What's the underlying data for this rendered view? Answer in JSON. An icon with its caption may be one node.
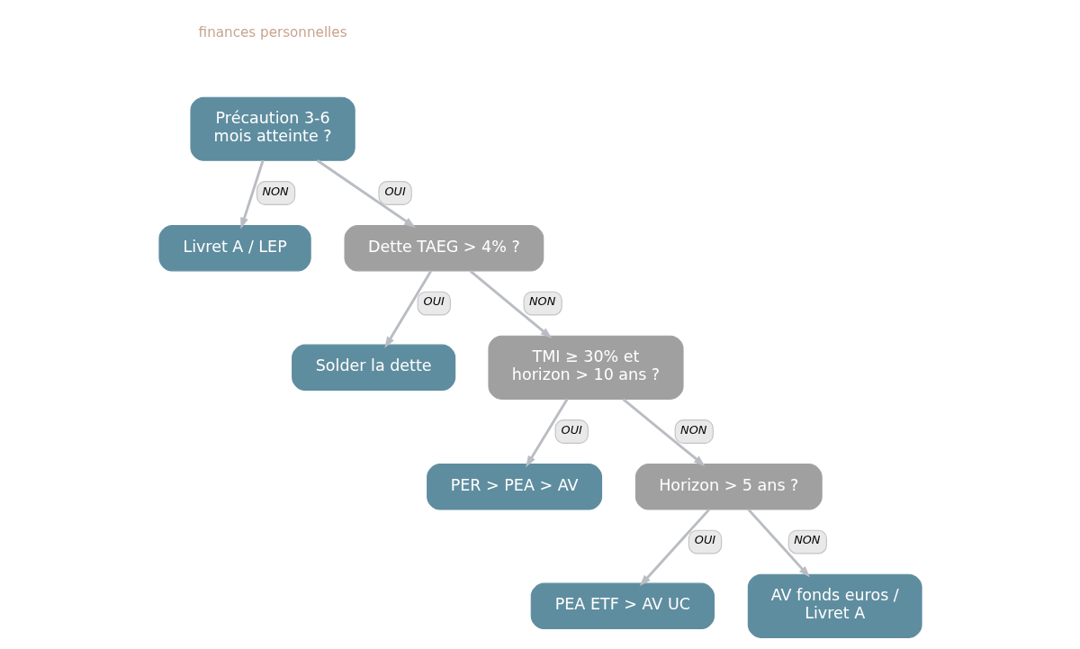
{
  "diagram": {
    "nodes": [
      {
        "text": [
          "Précaution 3-6 mois atteinte ?"
        ]
      },
      {
        "text": [
          "Livret A / LEP"
        ]
      },
      {
        "text": [
          "Dette TAEG > 4% ?"
        ]
      },
      {
        "text": [
          "Solder la dette"
        ]
      },
      {
        "text": [
          "TMI ≥ 30% et horizon > 10 ans ?"
        ]
      },
      {
        "text": [
          "PER > PEA > AV"
        ]
      },
      {
        "text": [
          "Horizon > 5 ans ?"
        ]
      },
      {
        "text": [
          "PEA ETF > AV UC"
        ]
      },
      {
        "text": [
          "AV fonds euros / Livret A"
        ]
      }
    ],
    "edges": [
      {
        "from": 0,
        "to": 1,
        "arrow": "to",
        "label": "NON"
      },
      {
        "from": 0,
        "to": 2,
        "arrow": "to",
        "label": "OUI"
      },
      {
        "from": 2,
        "to": 3,
        "arrow": "to",
        "label": "OUI"
      },
      {
        "from": 2,
        "to": 4,
        "arrow": "to",
        "label": "NON"
      },
      {
        "from": 4,
        "to": 5,
        "arrow": "to",
        "label": "OUI"
      },
      {
        "from": 4,
        "to": 6,
        "arrow": "to",
        "label": "NON"
      },
      {
        "from": 6,
        "to": 7,
        "arrow": "to",
        "label": "OUI"
      },
      {
        "from": 6,
        "to": 8,
        "arrow": "to",
        "label": "NON"
      }
    ],
    "labels": [
      "finances personnelles"
    ]
  }
}
